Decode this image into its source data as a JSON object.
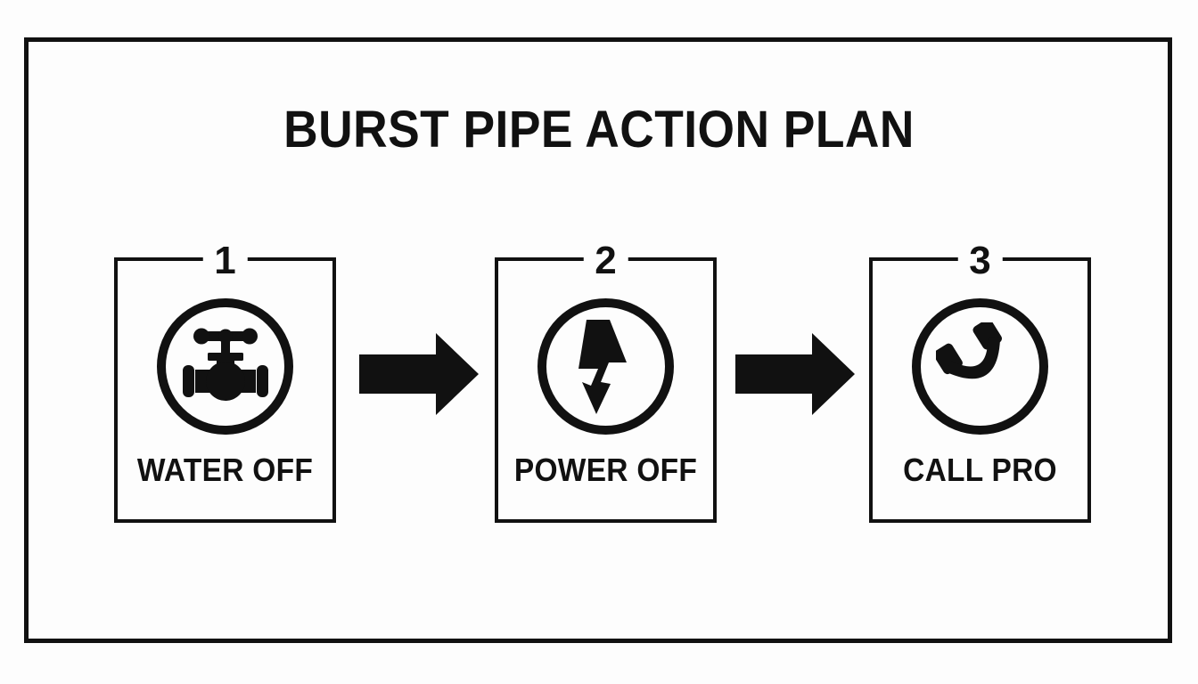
{
  "poster": {
    "title": "BURST PIPE ACTION PLAN",
    "background_color": "#fdfdfd",
    "ink_color": "#111111"
  },
  "steps": [
    {
      "number": "1",
      "label": "WATER OFF",
      "icon": "water-valve-icon"
    },
    {
      "number": "2",
      "label": "POWER OFF",
      "icon": "lightning-bolt-icon"
    },
    {
      "number": "3",
      "label": "CALL PRO",
      "icon": "telephone-handset-icon"
    }
  ],
  "connectors": [
    {
      "icon": "right-arrow-icon"
    },
    {
      "icon": "right-arrow-icon"
    }
  ]
}
